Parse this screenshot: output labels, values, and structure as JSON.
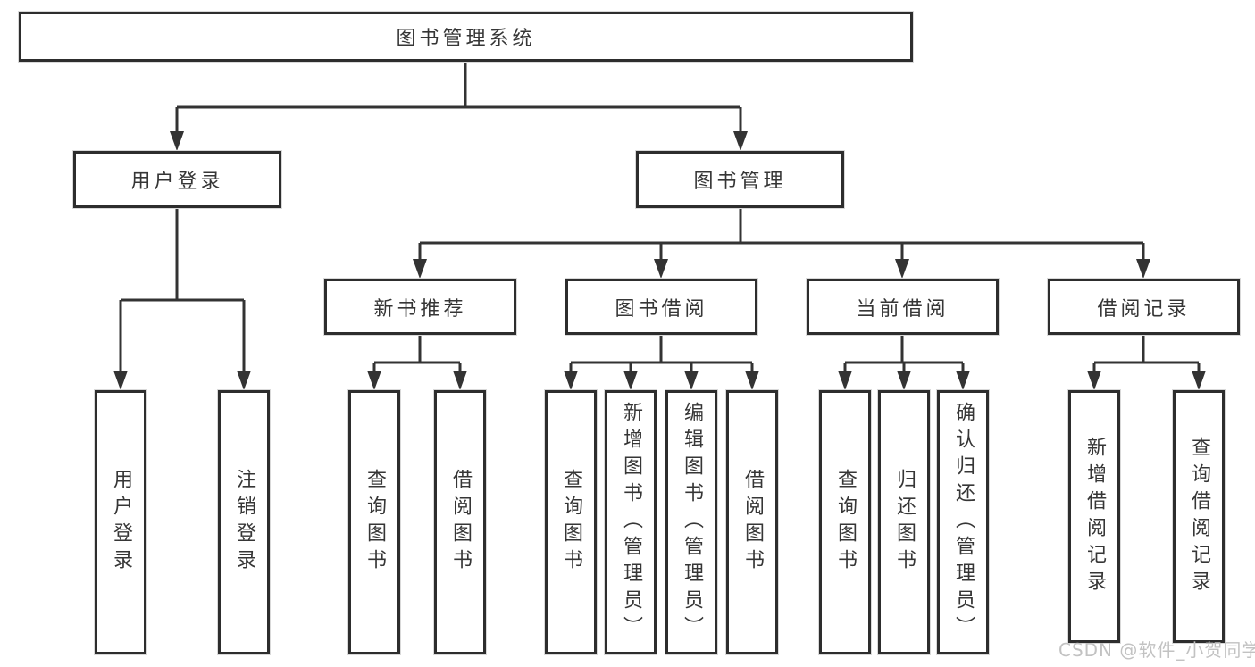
{
  "diagram_title": "图书管理系统",
  "tree": {
    "label": "图书管理系统",
    "children": [
      {
        "label": "用户登录",
        "children": [
          {
            "label": "用户登录"
          },
          {
            "label": "注销登录"
          }
        ]
      },
      {
        "label": "图书管理",
        "children": [
          {
            "label": "新书推荐",
            "children": [
              {
                "label": "查询图书"
              },
              {
                "label": "借阅图书"
              }
            ]
          },
          {
            "label": "图书借阅",
            "children": [
              {
                "label": "查询图书"
              },
              {
                "label": "新增图书（管理员）"
              },
              {
                "label": "编辑图书（管理员）"
              },
              {
                "label": "借阅图书"
              }
            ]
          },
          {
            "label": "当前借阅",
            "children": [
              {
                "label": "查询图书"
              },
              {
                "label": "归还图书"
              },
              {
                "label": "确认归还（管理员）"
              }
            ]
          },
          {
            "label": "借阅记录",
            "children": [
              {
                "label": "新增借阅记录"
              },
              {
                "label": "查询借阅记录"
              }
            ]
          }
        ]
      }
    ]
  },
  "watermark": {
    "text": "CSDN @软件_小贺同学",
    "color": "#c2c2c2"
  },
  "colors": {
    "line": "#333333",
    "box_border": "#2d2d2d",
    "text": "#363636",
    "background": "#ffffff"
  }
}
